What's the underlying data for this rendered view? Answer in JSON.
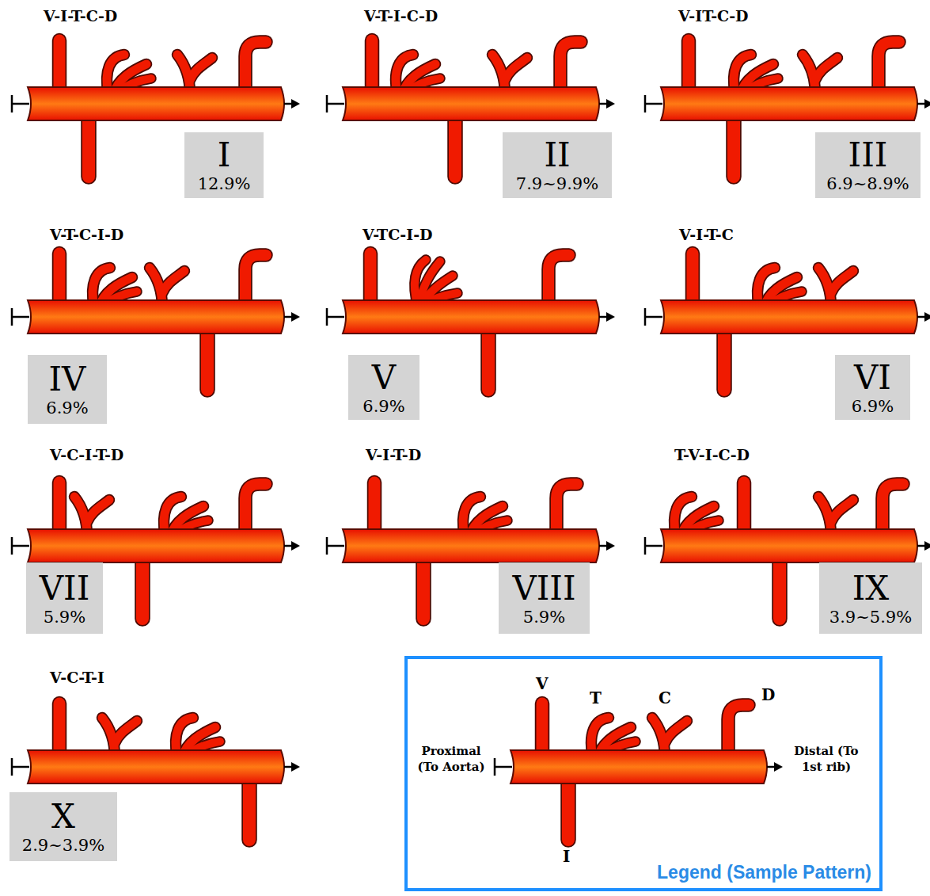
{
  "diagram": {
    "nodes": [
      {
        "text": [
          "I",
          "12.9%"
        ]
      },
      {
        "text": [
          "II",
          "7.9~9.9%"
        ]
      },
      {
        "text": [
          "III",
          "6.9~8.9%"
        ]
      },
      {
        "text": [
          "IV",
          "6.9%"
        ]
      },
      {
        "text": [
          "V",
          "6.9%"
        ]
      },
      {
        "text": [
          "VI",
          "6.9%"
        ]
      },
      {
        "text": [
          "VII",
          "5.9%"
        ]
      },
      {
        "text": [
          "VIII",
          "5.9%"
        ]
      },
      {
        "text": [
          "IX",
          "3.9~5.9%"
        ]
      },
      {
        "text": [
          "X",
          "2.9~3.9%"
        ]
      },
      {
        "text": [
          "Legend (Sample Pattern)"
        ]
      }
    ],
    "labels": [
      "V-I-T-C-D",
      "V-T-I-C-D",
      "V-IT-C-D",
      "V-T-C-I-D",
      "V-TC-I-D",
      "V-I-T-C",
      "V-C-I-T-D",
      "V-I-T-D",
      "T-V-I-C-D",
      "V-C-T-I",
      "V",
      "T",
      "C",
      "D",
      "Proximal (To Aorta)",
      "Distal (To 1st rib)",
      "I"
    ]
  }
}
